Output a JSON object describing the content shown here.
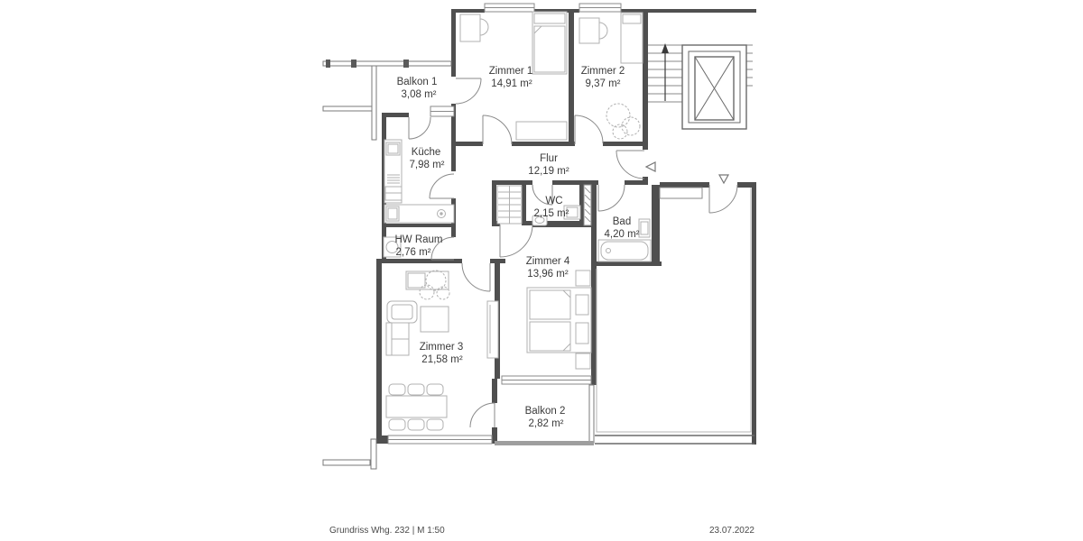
{
  "floor_plan": {
    "rooms": [
      {
        "name": "Zimmer 1",
        "area": "14,91 m²"
      },
      {
        "name": "Zimmer 2",
        "area": "9,37 m²"
      },
      {
        "name": "Balkon 1",
        "area": "3,08 m²"
      },
      {
        "name": "Küche",
        "area": "7,98 m²"
      },
      {
        "name": "Flur",
        "area": "12,19 m²"
      },
      {
        "name": "WC",
        "area": "2,15 m²"
      },
      {
        "name": "Bad",
        "area": "4,20 m²"
      },
      {
        "name": "HW Raum",
        "area": "2,76 m²"
      },
      {
        "name": "Zimmer 4",
        "area": "13,96 m²"
      },
      {
        "name": "Zimmer 3",
        "area": "21,58 m²"
      },
      {
        "name": "Balkon 2",
        "area": "2,82 m²"
      }
    ],
    "footer": {
      "left": "Grundriss Whg. 232 | M 1:50",
      "right": "23.07.2022"
    },
    "colors": {
      "background": "#ffffff",
      "walls": "#4f4f4f",
      "thin_lines": "#7a7a7a",
      "furniture": "#b0b0b0",
      "text": "#3a3a3a",
      "balcony_floor": "#9e9e9e"
    }
  }
}
